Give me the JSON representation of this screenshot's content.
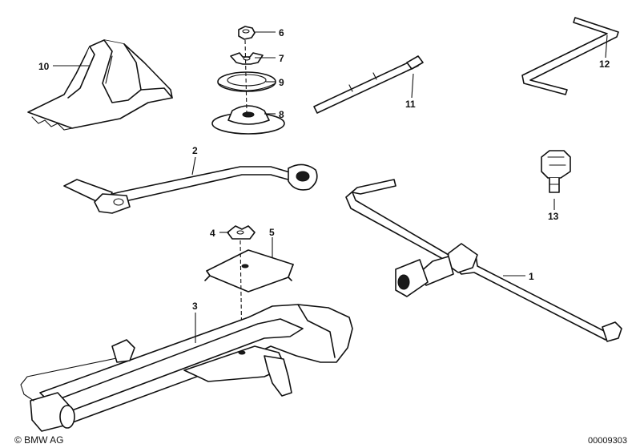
{
  "diagram": {
    "callouts": [
      {
        "id": "1",
        "label": "1"
      },
      {
        "id": "2",
        "label": "2"
      },
      {
        "id": "3",
        "label": "3"
      },
      {
        "id": "4",
        "label": "4"
      },
      {
        "id": "5",
        "label": "5"
      },
      {
        "id": "6",
        "label": "6"
      },
      {
        "id": "7",
        "label": "7"
      },
      {
        "id": "8",
        "label": "8"
      },
      {
        "id": "9",
        "label": "9"
      },
      {
        "id": "10",
        "label": "10"
      },
      {
        "id": "11",
        "label": "11"
      },
      {
        "id": "12",
        "label": "12"
      },
      {
        "id": "13",
        "label": "13"
      }
    ],
    "copyright": "© BMW AG",
    "document_number": "00009303",
    "line_color": "#111111",
    "background_color": "#ffffff"
  }
}
